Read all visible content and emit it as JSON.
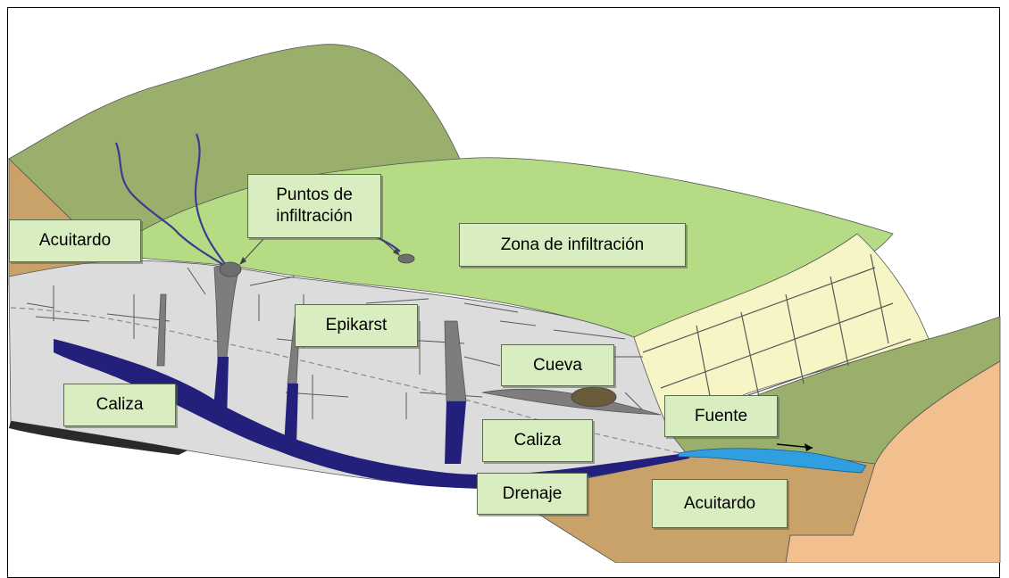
{
  "labels": {
    "acuitardo_top": "Acuitardo",
    "puntos_line1": "Puntos de",
    "puntos_line2": "infiltración",
    "zona_infiltracion": "Zona de infiltración",
    "epikarst": "Epikarst",
    "cueva": "Cueva",
    "caliza_left": "Caliza",
    "caliza_center": "Caliza",
    "fuente": "Fuente",
    "drenaje": "Drenaje",
    "acuitardo_bottom": "Acuitardo"
  },
  "colors": {
    "hill_dark": "#9aaf6c",
    "plateau_light": "#b5dc85",
    "limestone_grey": "#dcdcdc",
    "limestone_yellow": "#f6f5c6",
    "aquitard_brown": "#c9a26a",
    "aquitard_peach": "#f1c08e",
    "river_blue": "#3b3b8f",
    "conduit_navy": "#22207a",
    "spring_blue": "#2f9fe0",
    "fissure_grey": "#7a7a7a",
    "label_fill": "#d8eec0"
  }
}
